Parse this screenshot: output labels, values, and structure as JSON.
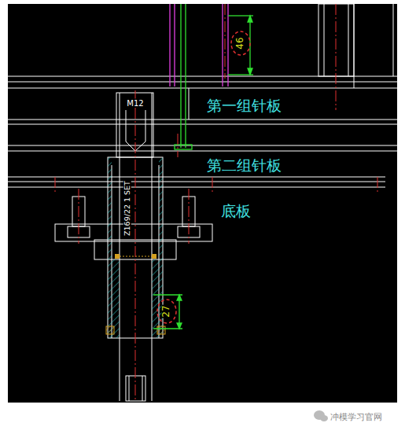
{
  "diagram": {
    "labels": [
      "46",
      "M12",
      "第一组针板",
      "第二组针板",
      "底板",
      "Z169/22 1 SET",
      "27",
      "冲模学习官网"
    ]
  }
}
